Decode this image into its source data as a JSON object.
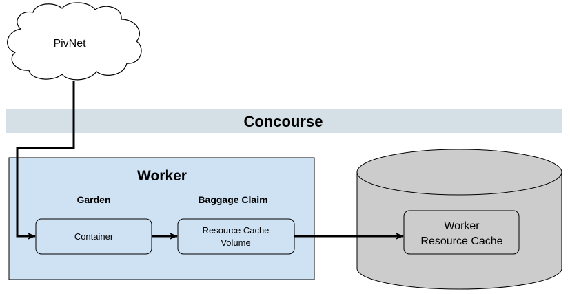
{
  "diagram": {
    "cloud": {
      "label": "PivNet"
    },
    "band": {
      "label": "Concourse",
      "color": "#d4e0e6"
    },
    "worker": {
      "title": "Worker",
      "fill": "#cfe2f3",
      "sections": [
        {
          "heading": "Garden",
          "box_lines": [
            "Container"
          ]
        },
        {
          "heading": "Baggage Claim",
          "box_lines": [
            "Resource Cache",
            "Volume"
          ]
        }
      ]
    },
    "cache": {
      "fill": "#cccccc",
      "box_lines": [
        "Worker",
        "Resource Cache"
      ]
    },
    "edges": [
      {
        "from": "PivNet",
        "to": "Container"
      },
      {
        "from": "Container",
        "to": "Resource Cache Volume"
      },
      {
        "from": "Resource Cache Volume",
        "to": "Worker Resource Cache"
      }
    ]
  }
}
